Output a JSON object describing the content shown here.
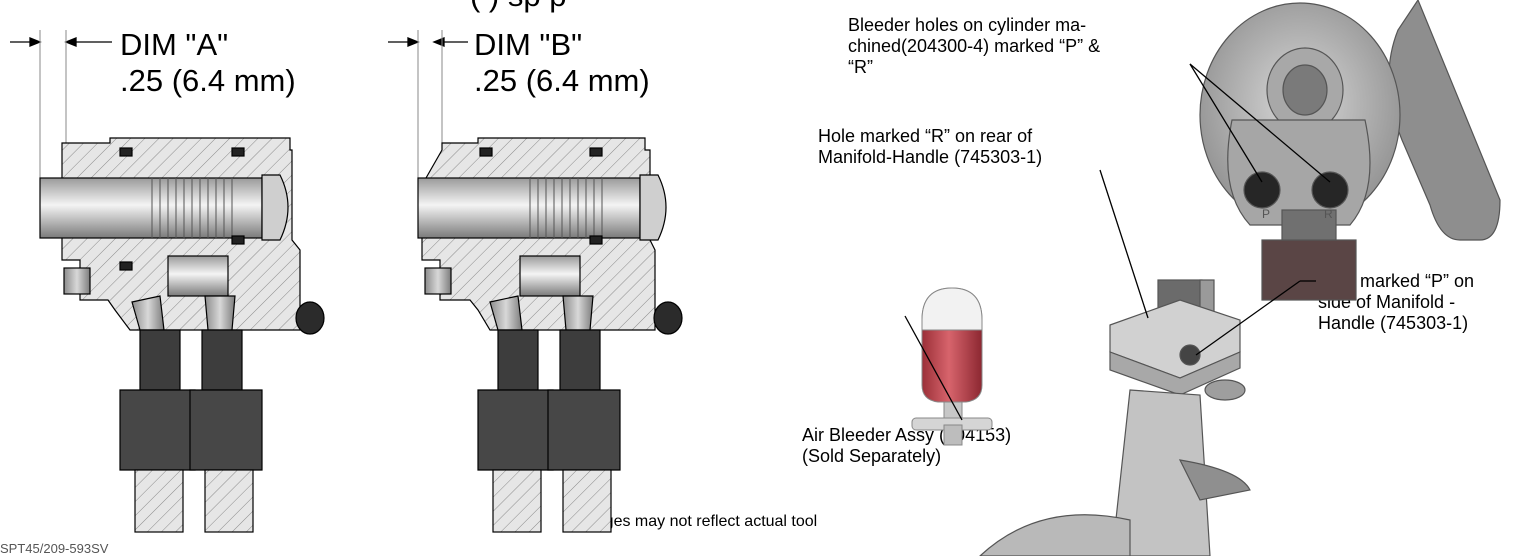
{
  "header": {
    "cut_title": "(  ) sp  p"
  },
  "left_diagram": {
    "dim_label": "DIM \"A\"",
    "dim_value": ".25 (6.4 mm)"
  },
  "middle_diagram": {
    "dim_label": "DIM \"B\"",
    "dim_value": ".25 (6.4 mm)"
  },
  "callouts": {
    "bleeder_holes": "Bleeder holes on cylinder ma-\nchined(204300-4) marked “P” &\n“R”",
    "hole_r": "Hole marked “R” on rear of\nManifold-Handle (745303-1)",
    "hole_p": "Hole marked “P” on\nside of Manifold -\nHandle (745303-1)",
    "air_bleeder": "Air Bleeder Assy (704153)\n(Sold Separately)"
  },
  "port_labels": {
    "p": "P",
    "r": "R"
  },
  "footer": {
    "note": "Images may not reflect actual tool",
    "code": "SPT45/209-593SV"
  },
  "colors": {
    "metal": "#bdbdbd",
    "dark": "#3a3a3a",
    "red_fluid": "#c0454f",
    "outline": "#000000"
  }
}
